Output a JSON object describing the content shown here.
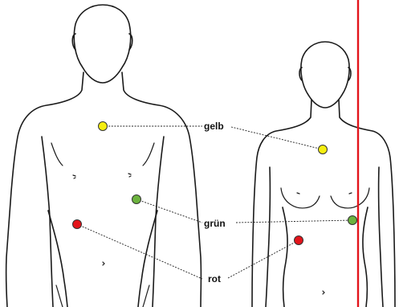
{
  "labels": {
    "yellow": "gelb",
    "green": "grün",
    "red": "rot"
  },
  "colors": {
    "yellow": "#f5ee10",
    "green": "#6cb33e",
    "red": "#e3141b",
    "divider": "#e3141b",
    "outline": "#1a1a1a"
  },
  "figures": [
    "male-torso",
    "female-torso"
  ]
}
